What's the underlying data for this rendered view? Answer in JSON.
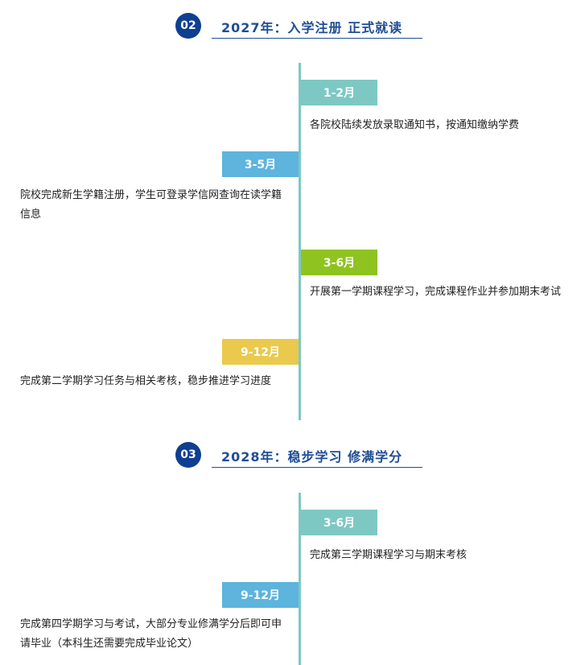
{
  "colors": {
    "navy": "#0f3f91",
    "teal": "#7ec8c4",
    "blue": "#5db4dd",
    "green": "#8fc31f",
    "yellow": "#eac94d",
    "timeline": "#7ec8c4"
  },
  "sections": [
    {
      "number": "02",
      "title": "2027年：入学注册 正式就读",
      "items": [
        {
          "side": "right",
          "month": "1-2月",
          "color": "#7ec8c4",
          "text": "各院校陆续发放录取通知书，按通知缴纳学费"
        },
        {
          "side": "left",
          "month": "3-5月",
          "color": "#5db4dd",
          "text": "院校完成新生学籍注册，学生可登录学信网查询在读学籍信息"
        },
        {
          "side": "right",
          "month": "3-6月",
          "color": "#8fc31f",
          "text": "开展第一学期课程学习，完成课程作业并参加期末考试"
        },
        {
          "side": "left",
          "month": "9-12月",
          "color": "#eac94d",
          "text": "完成第二学期学习任务与相关考核，稳步推进学习进度"
        }
      ]
    },
    {
      "number": "03",
      "title": "2028年：稳步学习 修满学分",
      "items": [
        {
          "side": "right",
          "month": "3-6月",
          "color": "#7ec8c4",
          "text": "完成第三学期课程学习与期末考核"
        },
        {
          "side": "left",
          "month": "9-12月",
          "color": "#5db4dd",
          "text": "完成第四学期学习与考试，大部分专业修满学分后即可申请毕业（本科生还需要完成毕业论文）"
        }
      ]
    }
  ]
}
